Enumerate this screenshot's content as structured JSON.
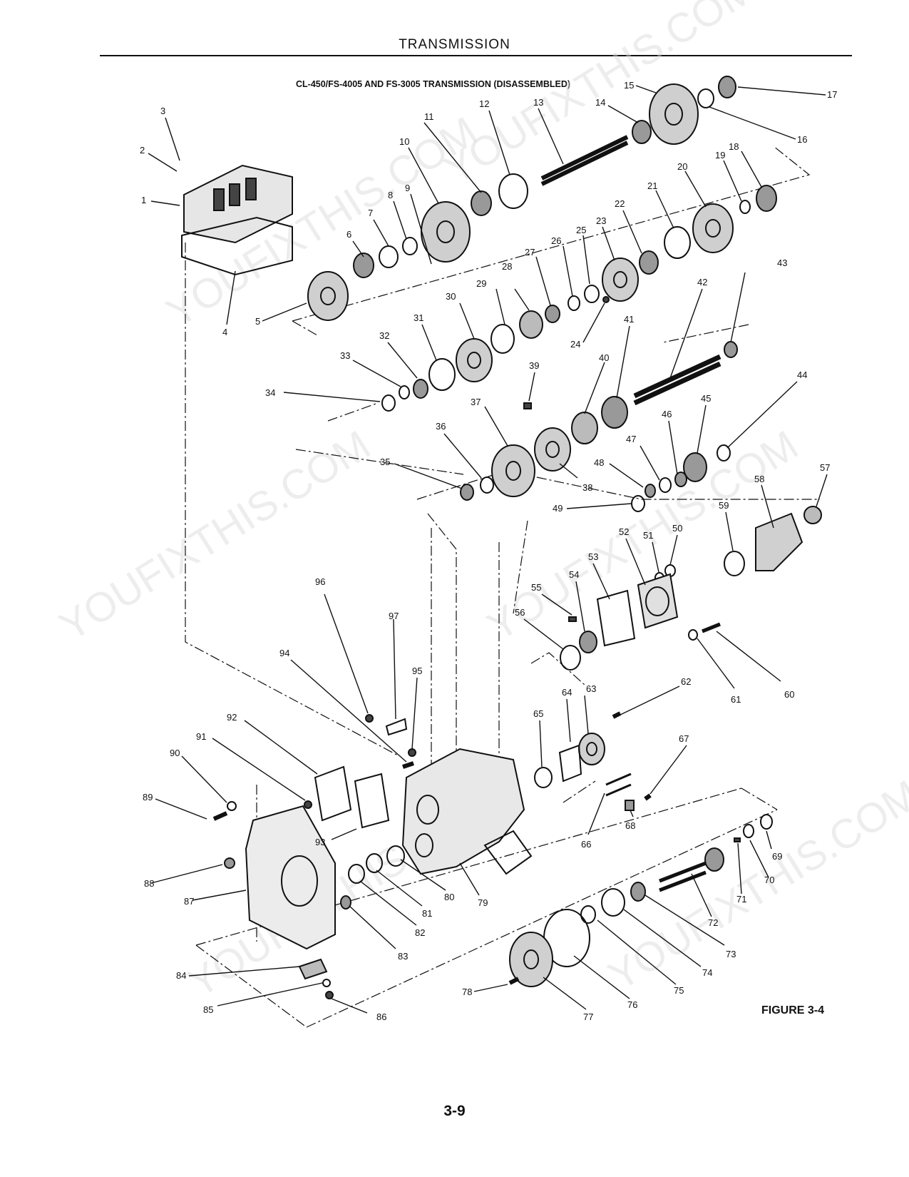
{
  "page": {
    "header": "TRANSMISSION",
    "diagram_title": "CL-450/FS-4005 AND FS-3005 TRANSMISSION (DISASSEMBLED)",
    "figure_label": "FIGURE 3-4",
    "page_number": "3-9",
    "watermark": "YOUFIXTHIS.COM"
  },
  "callouts": [
    "1",
    "2",
    "3",
    "4",
    "5",
    "6",
    "7",
    "8",
    "9",
    "10",
    "11",
    "12",
    "13",
    "14",
    "15",
    "16",
    "17",
    "18",
    "19",
    "20",
    "21",
    "22",
    "23",
    "24",
    "25",
    "26",
    "27",
    "28",
    "29",
    "30",
    "31",
    "32",
    "33",
    "34",
    "35",
    "36",
    "37",
    "38",
    "39",
    "40",
    "41",
    "42",
    "43",
    "44",
    "45",
    "46",
    "47",
    "48",
    "49",
    "50",
    "51",
    "52",
    "53",
    "54",
    "55",
    "56",
    "57",
    "58",
    "59",
    "60",
    "61",
    "62",
    "63",
    "64",
    "65",
    "66",
    "67",
    "68",
    "69",
    "70",
    "71",
    "72",
    "73",
    "74",
    "75",
    "76",
    "77",
    "78",
    "79",
    "80",
    "81",
    "82",
    "83",
    "84",
    "85",
    "86",
    "87",
    "88",
    "89",
    "90",
    "91",
    "92",
    "93",
    "94",
    "95",
    "96",
    "97"
  ],
  "colors": {
    "ink": "#111111",
    "paper": "#ffffff",
    "watermark": "#d8d8d8"
  }
}
